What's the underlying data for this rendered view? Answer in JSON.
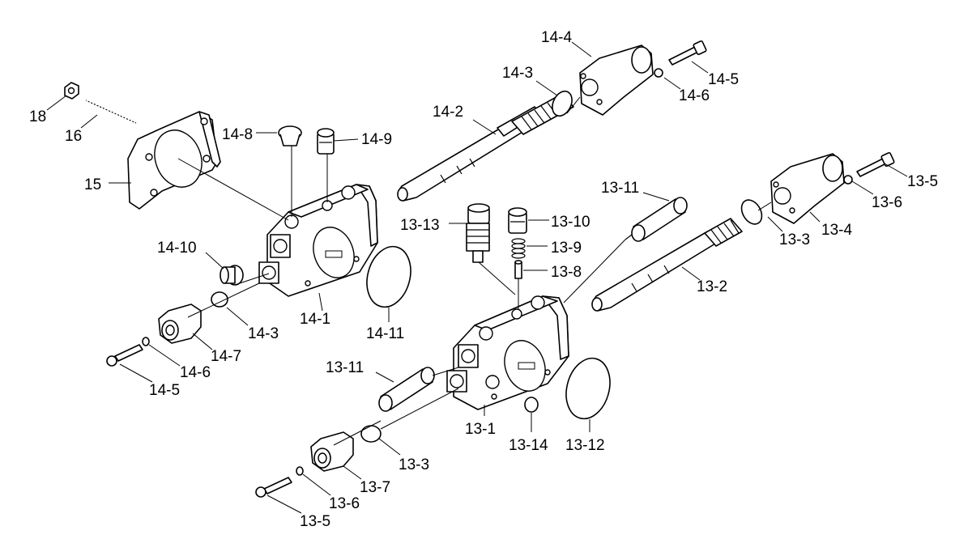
{
  "labels": {
    "l18": "18",
    "l16": "16",
    "l15": "15",
    "l14_8": "14-8",
    "l14_9": "14-9",
    "l14_2": "14-2",
    "l14_3_top": "14-3",
    "l14_4": "14-4",
    "l14_5_top": "14-5",
    "l14_6_top": "14-6",
    "l14_10": "14-10",
    "l14_3_bot": "14-3",
    "l14_1": "14-1",
    "l14_11": "14-11",
    "l14_7": "14-7",
    "l14_6_bot": "14-6",
    "l14_5_bot": "14-5",
    "l13_11_top": "13-11",
    "l13_13": "13-13",
    "l13_10": "13-10",
    "l13_9": "13-9",
    "l13_8": "13-8",
    "l13_2": "13-2",
    "l13_3_right": "13-3",
    "l13_4": "13-4",
    "l13_5_top": "13-5",
    "l13_6_top": "13-6",
    "l13_11_bot": "13-11",
    "l13_1": "13-1",
    "l13_14": "13-14",
    "l13_12": "13-12",
    "l13_3_bot": "13-3",
    "l13_7": "13-7",
    "l13_6_bot": "13-6",
    "l13_5_bot": "13-5"
  }
}
